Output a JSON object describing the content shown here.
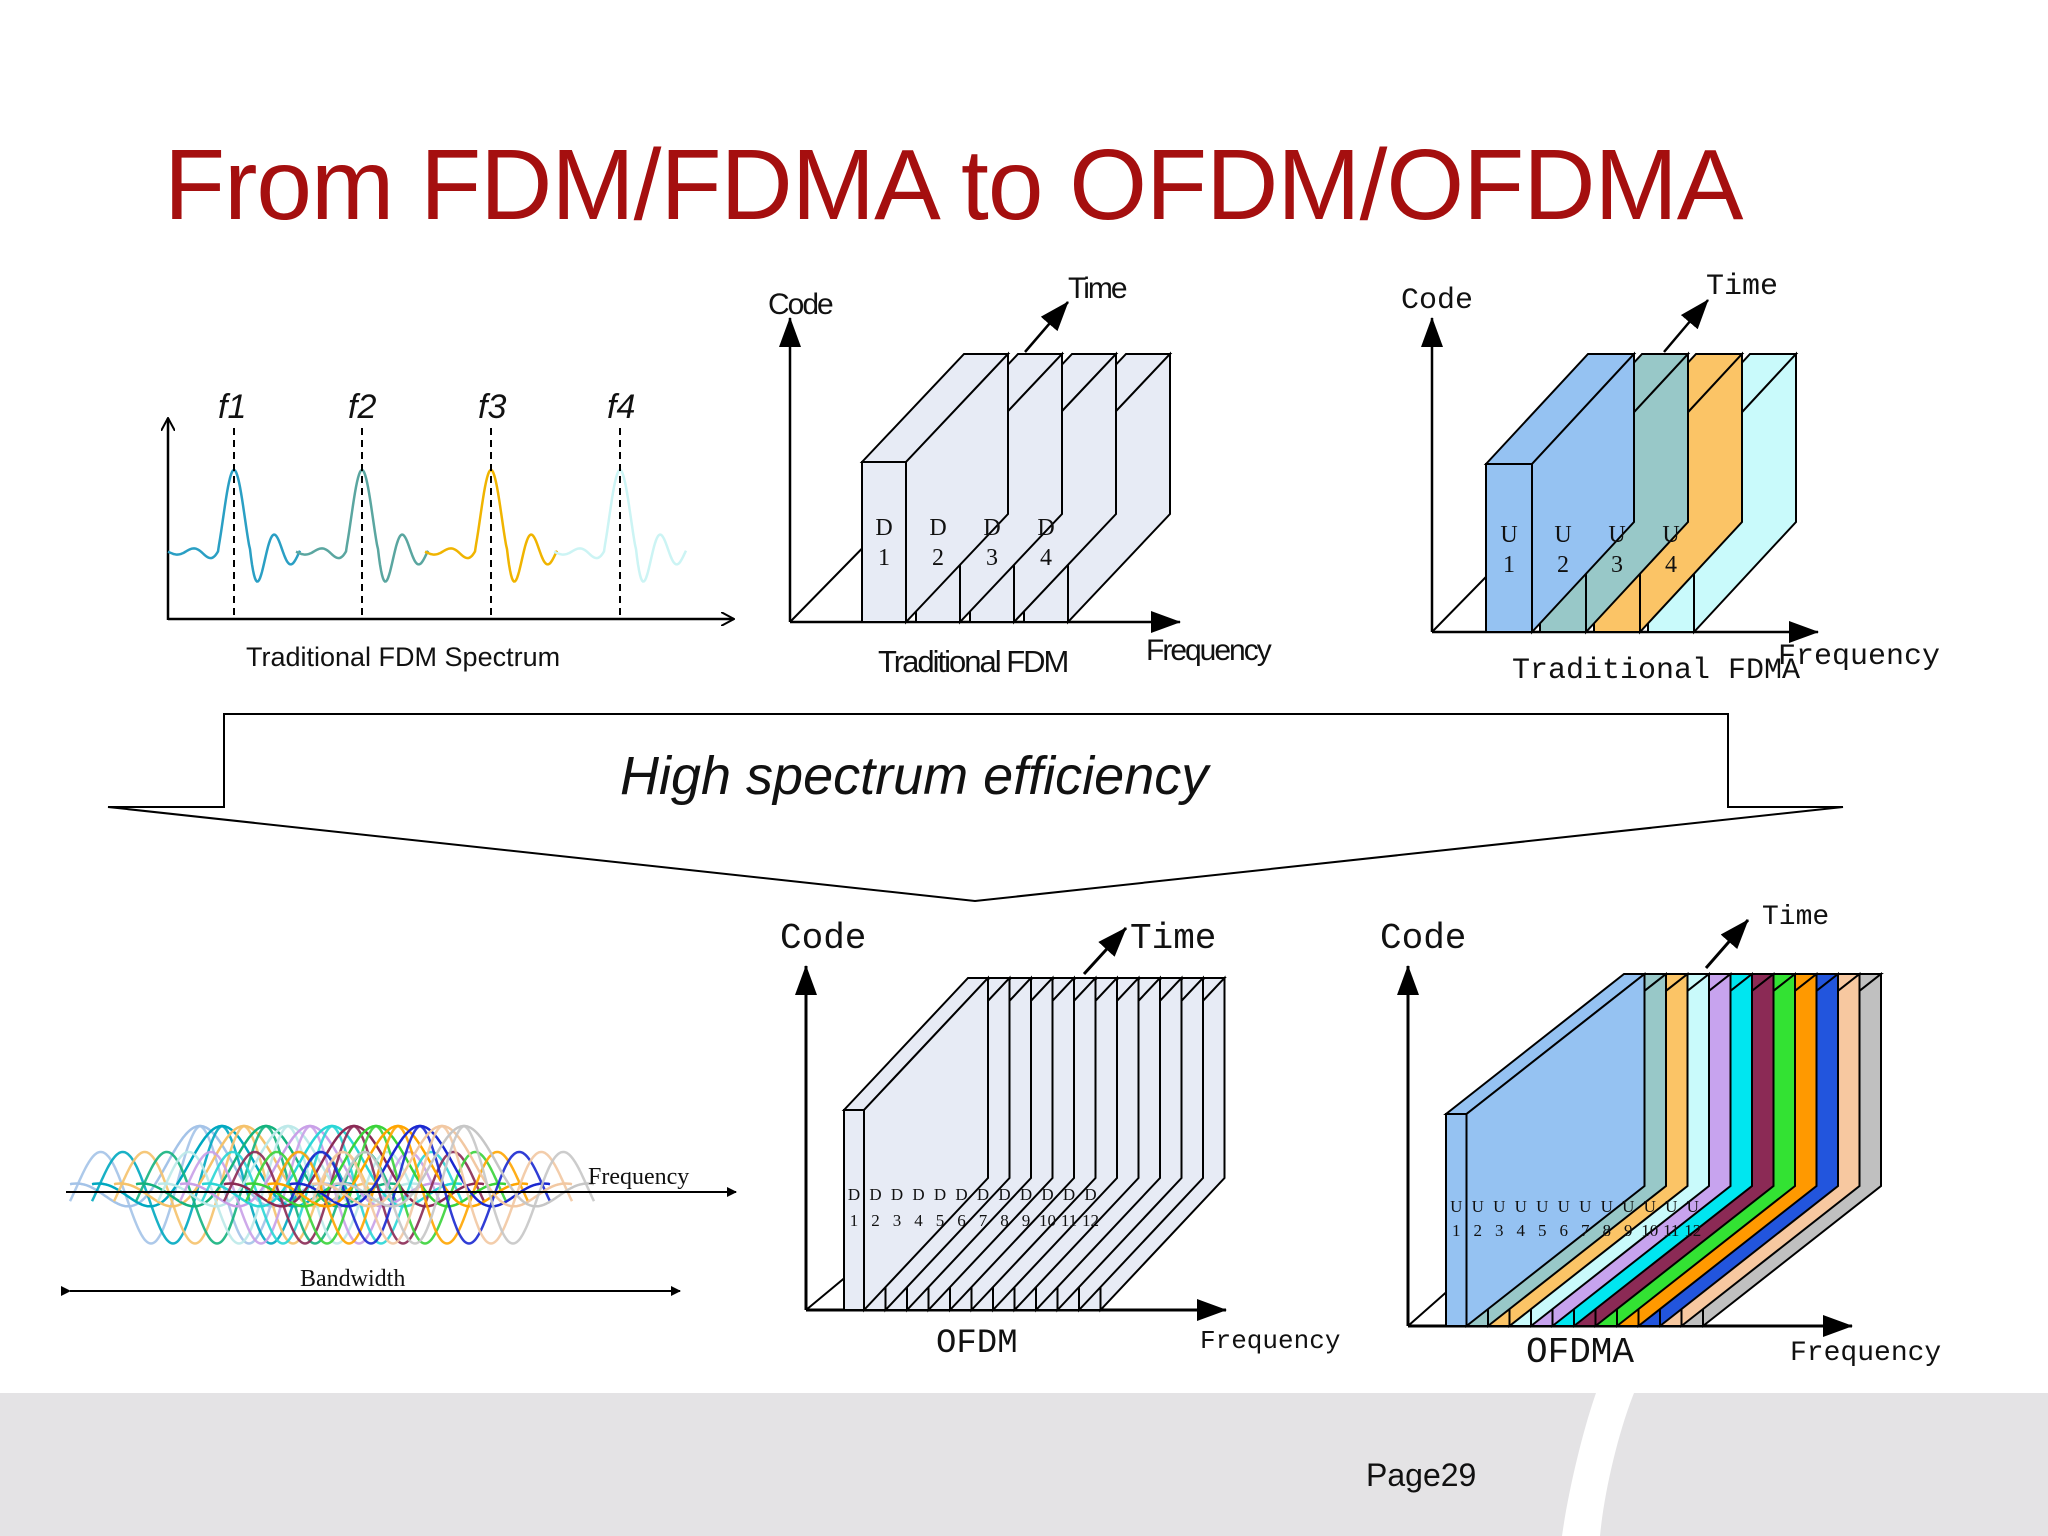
{
  "slide": {
    "title": "From FDM/FDMA to OFDM/OFDMA",
    "page_number": "Page29",
    "banner_text": "High spectrum efficiency"
  },
  "fdm_spectrum": {
    "caption": "Traditional FDM Spectrum",
    "carrier_labels": [
      "f1",
      "f2",
      "f3",
      "f4"
    ],
    "carrier_colors": [
      "#2a9fc4",
      "#5aa6a0",
      "#f0b400",
      "#ccf4f4"
    ]
  },
  "fdm_cube": {
    "caption": "Traditional FDM",
    "axis_code": "Code",
    "axis_time": "Time",
    "axis_frequency": "Frequency",
    "blocks": [
      {
        "name": "D",
        "number": "1"
      },
      {
        "name": "D",
        "number": "2"
      },
      {
        "name": "D",
        "number": "3"
      },
      {
        "name": "D",
        "number": "4"
      }
    ],
    "block_color": "#e7ebf5"
  },
  "fdma_cube": {
    "caption": "Traditional  FDMA",
    "axis_code": "Code",
    "axis_time": "Time",
    "axis_frequency": "Frequency",
    "blocks": [
      {
        "name": "U",
        "number": "1",
        "color": "#95c2f2"
      },
      {
        "name": "U",
        "number": "2",
        "color": "#98c8c8"
      },
      {
        "name": "U",
        "number": "3",
        "color": "#fbc466"
      },
      {
        "name": "U",
        "number": "4",
        "color": "#c9fafb"
      }
    ]
  },
  "ofdm_spectrum": {
    "axis_frequency": "Frequency",
    "bandwidth_label": "Bandwidth",
    "subcarrier_colors": [
      "#a4c3e8",
      "#00a8c0",
      "#f5c26b",
      "#14b27e",
      "#bde9e9",
      "#c9a0e8",
      "#2ad6d6",
      "#8b2a55",
      "#3ad33a",
      "#ffa500",
      "#1a28d0",
      "#f2c8a2",
      "#c6c6c6"
    ]
  },
  "ofdm_cube": {
    "caption": "OFDM",
    "axis_code": "Code",
    "axis_time": "Time",
    "axis_frequency": "Frequency",
    "block_prefix": "D",
    "block_numbers": [
      "1",
      "2",
      "3",
      "4",
      "5",
      "6",
      "7",
      "8",
      "9",
      "10",
      "11",
      "12"
    ],
    "block_color": "#e7ebf5"
  },
  "ofdma_cube": {
    "caption": "OFDMA",
    "axis_code": "Code",
    "axis_time": "Time",
    "axis_frequency": "Frequency",
    "block_prefix": "U",
    "block_numbers": [
      "1",
      "2",
      "3",
      "4",
      "5",
      "6",
      "7",
      "8",
      "9",
      "10",
      "11",
      "12"
    ],
    "block_colors": [
      "#95c2f2",
      "#98c8c8",
      "#fbc466",
      "#c9fafb",
      "#c7a3ee",
      "#00e6f0",
      "#8b2a55",
      "#33e233",
      "#ff9900",
      "#2255dd",
      "#f7c8a0",
      "#c0c0c0"
    ]
  }
}
